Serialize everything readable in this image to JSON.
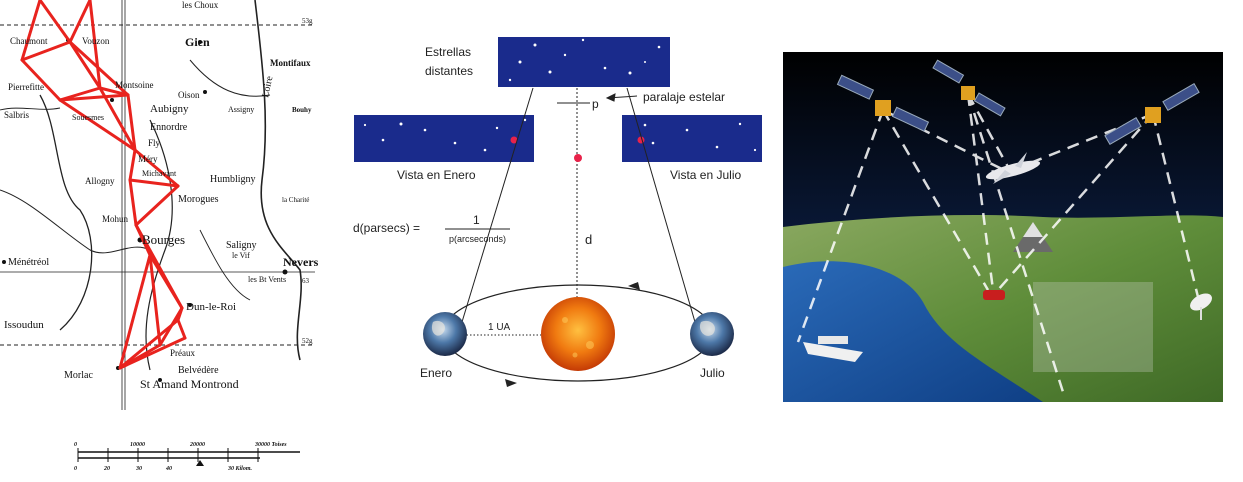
{
  "map": {
    "places": {
      "les_choux": "les Choux",
      "gien": "Gien",
      "chaumont": "Chaumont",
      "vouzon": "Vouzon",
      "montifaux": "Montifaux",
      "montsoine": "Montsoine",
      "oison": "Oison",
      "pierrefitte": "Pierrefitte",
      "salbris": "Salbris",
      "souesmes": "Souesmes",
      "aubigny": "Aubigny",
      "assigny": "Assigny",
      "bouhy": "Bouhy",
      "loire": "Loire",
      "ennordre": "Ennordre",
      "fly": "Fly",
      "mery": "Méry",
      "allogny": "Allogny",
      "humbligny": "Humbligny",
      "michavant": "Michavant",
      "morogues": "Morogues",
      "la_charite": "la Charité",
      "mohun": "Mohun",
      "bourges": "Bourges",
      "saligny": "Saligny",
      "le_vif": "le Vif",
      "menetreol": "Ménétréol",
      "nevers": "Nevers",
      "les_bert_vents": "les Bt Vents",
      "dun_le_roi": "Dun-le-Roi",
      "issoudun": "Issoudun",
      "preaux": "Préaux",
      "belvedere": "Belvédère",
      "morlac": "Morlac",
      "st_amand": "St Amand Montrond",
      "lat_top": "53g",
      "lat_bottom": "52g",
      "elev": "63"
    },
    "scale": {
      "top_labels": [
        "0",
        "10000",
        "20000",
        "30000 Toises"
      ],
      "bottom_labels": [
        "0",
        "20",
        "30",
        "40",
        "30 Kilom."
      ]
    },
    "line_color": "#e8231e"
  },
  "parallax": {
    "distant_stars": "Estrellas\ndistantes",
    "parallax_label": "paralaje estelar",
    "p_label": "p",
    "view_january": "Vista en Enero",
    "view_july": "Vista en Julio",
    "formula_left": "d(parsecs) =",
    "formula_numerator": "1",
    "formula_denominator": "p(arcseconds)",
    "d_label": "d",
    "au_label": "1 UA",
    "january": "Enero",
    "july": "Julio",
    "sky_color": "#1a2b8c",
    "star_color": "#e8224a",
    "sun_color": "#f07a10"
  },
  "gps": {
    "sky_color": "#0a1a3a",
    "sea_color": "#1d5aa8",
    "land_color": "#5f8d3a"
  }
}
